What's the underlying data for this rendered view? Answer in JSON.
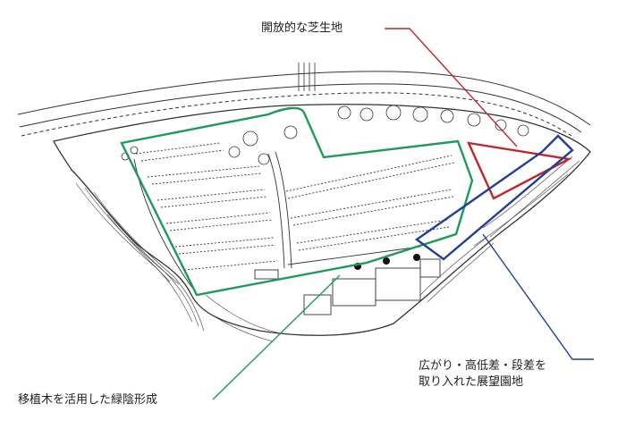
{
  "annotations": {
    "open_lawn": "開放的な芝生地",
    "observation_garden_line1": "広がり・高低差・段差を",
    "observation_garden_line2": "取り入れた展望園地",
    "green_shade": "移植木を活用した緑陰形成"
  },
  "colors": {
    "open_lawn": "#c0262d",
    "observation_garden": "#1f3f9a",
    "green_shade": "#1e9b57",
    "linework": "#333333"
  }
}
